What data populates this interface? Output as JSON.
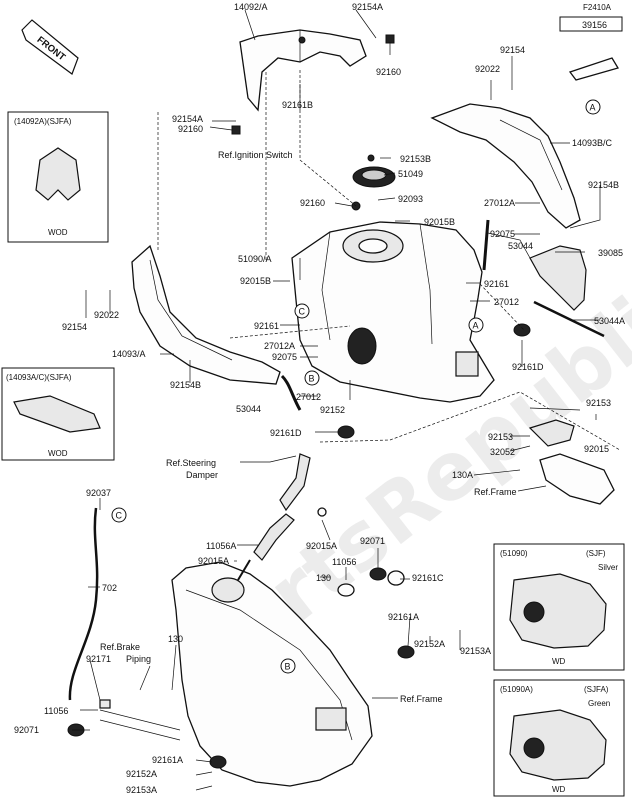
{
  "code_box": {
    "code": "F2410A",
    "part": "39156"
  },
  "front_label": "FRONT",
  "watermark": "PartsRepublik",
  "labels": {
    "p14092A": "14092/A",
    "p92154A_top": "92154A",
    "p92160_top": "92160",
    "p92154_top": "92154",
    "p92022_top": "92022",
    "p92154A_l": "92154A",
    "p92160_l": "92160",
    "p92161B": "92161B",
    "ref_ignition": "Ref.Ignition Switch",
    "p92153B": "92153B",
    "p51049": "51049",
    "p92093": "92093",
    "p92160_m": "92160",
    "p92015B_m": "92015B",
    "p14093BC": "14093B/C",
    "p92154B_r": "92154B",
    "p27012A_r": "27012A",
    "p92075_r": "92075",
    "p53044_r": "53044",
    "p39085": "39085",
    "p51090A": "51090/A",
    "p92015B_l": "92015B",
    "p92022_l": "92022",
    "p92154_l": "92154",
    "p92161_r": "92161",
    "p27012_r": "27012",
    "p53044A": "53044A",
    "p92161_m": "92161",
    "p27012A_m": "27012A",
    "p92075_m": "92075",
    "p14093A": "14093/A",
    "p92154B_l": "92154B",
    "p53044_l": "53044",
    "p27012_m": "27012",
    "p92152": "92152",
    "p92161D_l": "92161D",
    "p92161D_r": "92161D",
    "p92153_r1": "92153",
    "p92153_r2": "92153",
    "p32052": "32052",
    "p92015_r": "92015",
    "p130A_r": "130A",
    "ref_frame_r": "Ref.Frame",
    "ref_steering": "Ref.Steering",
    "damper": "Damper",
    "p92037": "92037",
    "p702": "702",
    "p11056A": "11056A",
    "p92015A_l": "92015A",
    "p92015A_m": "92015A",
    "p92071_m": "92071",
    "p130_m": "130",
    "p11056_m": "11056",
    "p92161C": "92161C",
    "ref_brake": "Ref.Brake",
    "piping": "Piping",
    "p130_l": "130",
    "p92171": "92171",
    "p11056_l": "11056",
    "p92071_l": "92071",
    "p92161A_m": "92161A",
    "p92152A_m": "92152A",
    "p92153A_m": "92153A",
    "ref_frame_b": "Ref.Frame",
    "p92161A_b": "92161A",
    "p92152A_b": "92152A",
    "p92153A_b": "92153A"
  },
  "callouts": {
    "A": "A",
    "B": "B",
    "C": "C"
  },
  "inset_boxes": [
    {
      "title": "(14092A)(SJFA)",
      "caption": "WOD"
    },
    {
      "title": "(14093A/C)(SJFA)",
      "caption": "WOD"
    },
    {
      "title_left": "(51090)",
      "title_right": "(SJF)",
      "color": "Silver",
      "caption": "WD"
    },
    {
      "title_left": "(51090A)",
      "title_right": "(SJFA)",
      "color": "Green",
      "caption": "WD"
    }
  ]
}
